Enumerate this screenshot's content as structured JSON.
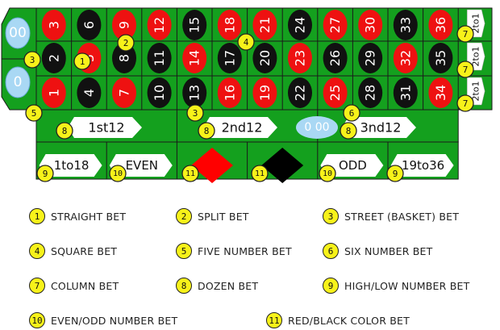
{
  "board": {
    "colors": {
      "felt": "#14a01e",
      "red": "#ee1111",
      "black": "#111111",
      "zero_blue": "#a9d8f4",
      "marker_yellow": "#f7f21a",
      "line": "#1a1a1a"
    },
    "zeros": [
      "00",
      "0"
    ],
    "rows": [
      {
        "numbers": [
          "3",
          "6",
          "9",
          "12",
          "15",
          "18",
          "21",
          "24",
          "27",
          "30",
          "33",
          "36"
        ],
        "colors": [
          "red",
          "black",
          "red",
          "red",
          "black",
          "red",
          "red",
          "black",
          "red",
          "red",
          "black",
          "red"
        ],
        "column_label": "2to1"
      },
      {
        "numbers": [
          "2",
          "5",
          "8",
          "11",
          "14",
          "17",
          "20",
          "23",
          "26",
          "29",
          "32",
          "35"
        ],
        "colors": [
          "black",
          "red",
          "black",
          "black",
          "red",
          "black",
          "black",
          "red",
          "black",
          "black",
          "red",
          "black"
        ],
        "column_label": "2to1"
      },
      {
        "numbers": [
          "1",
          "4",
          "7",
          "10",
          "13",
          "16",
          "19",
          "22",
          "25",
          "28",
          "31",
          "34"
        ],
        "colors": [
          "red",
          "black",
          "red",
          "black",
          "black",
          "red",
          "red",
          "black",
          "red",
          "black",
          "black",
          "red"
        ],
        "column_label": "2to1"
      }
    ],
    "dozens": [
      "1st12",
      "2nd12",
      "3nd12"
    ],
    "zero_chip_text": "0 00",
    "outside_bets": [
      {
        "label": "1to18",
        "kind": "text"
      },
      {
        "label": "EVEN",
        "kind": "text"
      },
      {
        "label": "",
        "kind": "red-diamond"
      },
      {
        "label": "",
        "kind": "black-diamond"
      },
      {
        "label": "ODD",
        "kind": "text"
      },
      {
        "label": "19to36",
        "kind": "text"
      }
    ],
    "markers": [
      {
        "n": "1",
        "at": "on-number-5"
      },
      {
        "n": "2",
        "at": "between-9-and-8"
      },
      {
        "n": "3",
        "at": "left-edge-row-2"
      },
      {
        "n": "4",
        "at": "corner-17-18-20-21"
      },
      {
        "n": "5",
        "at": "bottom-left-corner"
      },
      {
        "n": "3",
        "at": "below-13"
      },
      {
        "n": "6",
        "at": "below-25-28"
      },
      {
        "n": "7",
        "at": "column-1"
      },
      {
        "n": "7",
        "at": "column-2"
      },
      {
        "n": "7",
        "at": "column-3"
      },
      {
        "n": "8",
        "at": "dozen-1"
      },
      {
        "n": "8",
        "at": "dozen-2"
      },
      {
        "n": "8",
        "at": "dozen-3"
      },
      {
        "n": "9",
        "at": "1to18"
      },
      {
        "n": "10",
        "at": "EVEN"
      },
      {
        "n": "11",
        "at": "red"
      },
      {
        "n": "11",
        "at": "black"
      },
      {
        "n": "10",
        "at": "ODD"
      },
      {
        "n": "9",
        "at": "19to36"
      }
    ]
  },
  "legend": [
    {
      "n": "1",
      "label": "STRAIGHT BET"
    },
    {
      "n": "2",
      "label": "SPLIT BET"
    },
    {
      "n": "3",
      "label": "STREET (BASKET) BET"
    },
    {
      "n": "4",
      "label": "SQUARE BET"
    },
    {
      "n": "5",
      "label": "FIVE NUMBER BET"
    },
    {
      "n": "6",
      "label": "SIX NUMBER BET"
    },
    {
      "n": "7",
      "label": "COLUMN BET"
    },
    {
      "n": "8",
      "label": "DOZEN BET"
    },
    {
      "n": "9",
      "label": "HIGH/LOW NUMBER BET"
    },
    {
      "n": "10",
      "label": "EVEN/ODD NUMBER BET"
    },
    {
      "n": "11",
      "label": "RED/BLACK COLOR BET"
    }
  ]
}
